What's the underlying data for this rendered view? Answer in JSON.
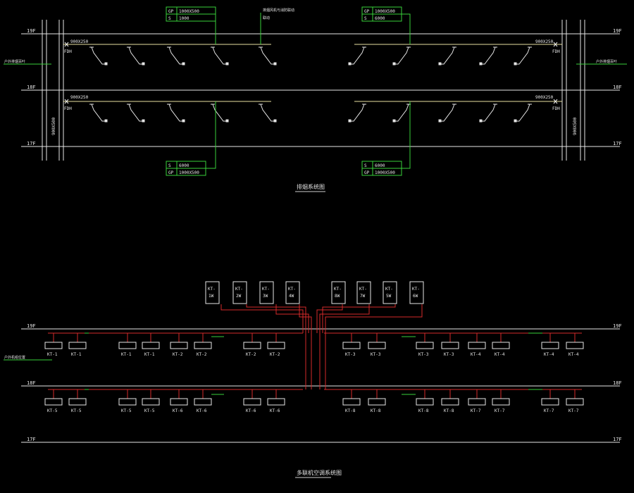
{
  "colors": {
    "background": "#000000",
    "line": "#e6e6e6",
    "duct": "#e8e0a0",
    "tag": "#39d13a",
    "branch": "#d42a2a",
    "title_underline": "#cfcfcf"
  },
  "floors": {
    "f19": "19F",
    "f18": "18F",
    "f17": "17F"
  },
  "top_diagram": {
    "title": "排烟系统图",
    "duct_size": "900X250",
    "fdh": "FDH",
    "riser_size": "900X500",
    "side_note": "户外排烟百叶",
    "callout_note": "排烟风机与消防联动",
    "callout_sub": "联动",
    "tags": {
      "top_left": {
        "r1k": "GP",
        "r1v": "1000X500",
        "r2k": "S",
        "r2v": "1000"
      },
      "top_right": {
        "r1k": "GP",
        "r1v": "1000X500",
        "r2k": "S",
        "r2v": "6000"
      },
      "bottom_left": {
        "r1k": "S",
        "r1v": "6000",
        "r2k": "GP",
        "r2v": "1000X500"
      },
      "bottom_right": {
        "r1k": "S",
        "r1v": "6000",
        "r2k": "GP",
        "r2v": "1000X500"
      }
    }
  },
  "bottom_diagram": {
    "title": "多联机空调系统图",
    "side_note": "户外机组位置",
    "outdoor_units": [
      "KT-1W",
      "KT-2W",
      "KT-3W",
      "KT-4W",
      "KT-8W",
      "KT-7W",
      "KT-5W",
      "KT-6W"
    ],
    "row19_labels": [
      "KT-1",
      "KT-1",
      "KT-1",
      "KT-1",
      "KT-2",
      "KT-2",
      "KT-2",
      "KT-2",
      "KT-3",
      "KT-3",
      "KT-3",
      "KT-3",
      "KT-4",
      "KT-4",
      "KT-4",
      "KT-4"
    ],
    "row18_labels": [
      "KT-5",
      "KT-5",
      "KT-5",
      "KT-5",
      "KT-6",
      "KT-6",
      "KT-6",
      "KT-6",
      "KT-8",
      "KT-8",
      "KT-8",
      "KT-8",
      "KT-7",
      "KT-7",
      "KT-7",
      "KT-7"
    ]
  }
}
